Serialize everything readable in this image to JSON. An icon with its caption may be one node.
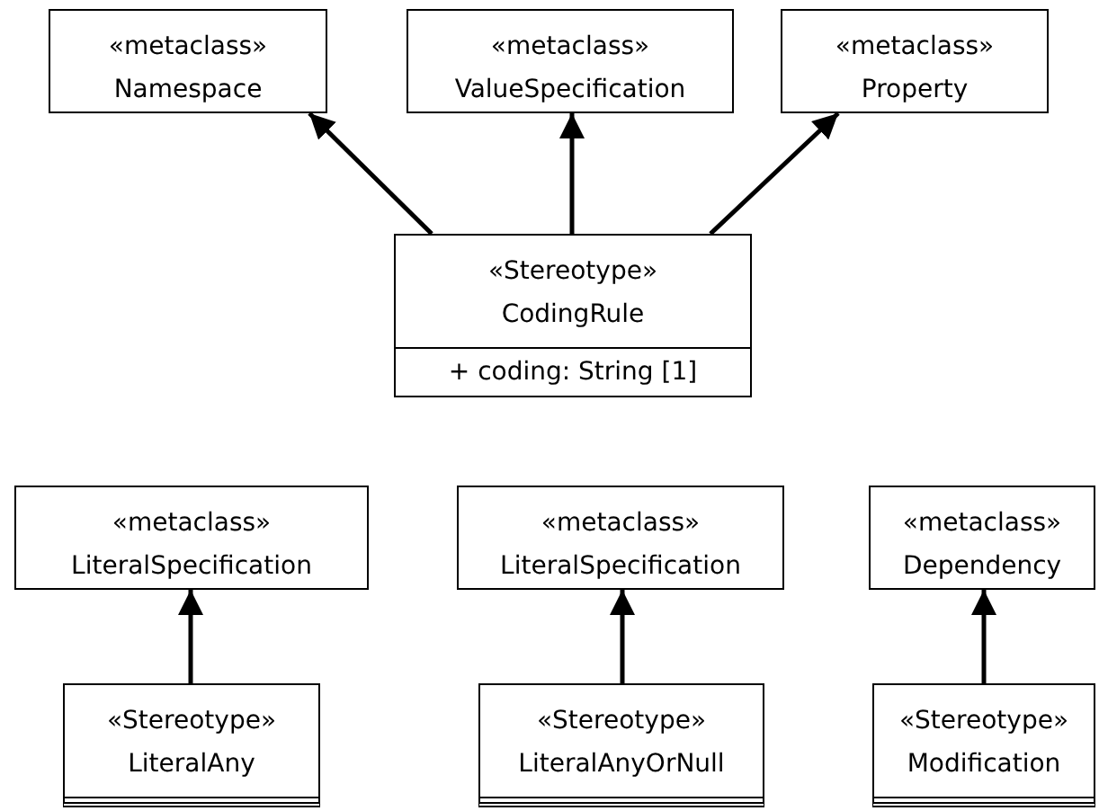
{
  "diagram": {
    "nodes": [
      {
        "text": [
          "«metaclass»",
          "Namespace"
        ]
      },
      {
        "text": [
          "«metaclass»",
          "ValueSpecification"
        ]
      },
      {
        "text": [
          "«metaclass»",
          "Property"
        ]
      },
      {
        "text": [
          "«Stereotype»",
          "CodingRule",
          "+ coding: String [1]"
        ]
      },
      {
        "text": [
          "«metaclass»",
          "LiteralSpecification"
        ]
      },
      {
        "text": [
          "«metaclass»",
          "LiteralSpecification"
        ]
      },
      {
        "text": [
          "«metaclass»",
          "Dependency"
        ]
      },
      {
        "text": [
          "«Stereotype»",
          "LiteralAny"
        ]
      },
      {
        "text": [
          "«Stereotype»",
          "LiteralAnyOrNull"
        ]
      },
      {
        "text": [
          "«Stereotype»",
          "Modification"
        ]
      }
    ],
    "edges": [
      {
        "from": 3,
        "to": 0,
        "arrow": "to"
      },
      {
        "from": 3,
        "to": 1,
        "arrow": "to"
      },
      {
        "from": 3,
        "to": 2,
        "arrow": "to"
      },
      {
        "from": 7,
        "to": 4,
        "arrow": "to"
      },
      {
        "from": 8,
        "to": 5,
        "arrow": "to"
      },
      {
        "from": 9,
        "to": 6,
        "arrow": "to"
      }
    ]
  }
}
